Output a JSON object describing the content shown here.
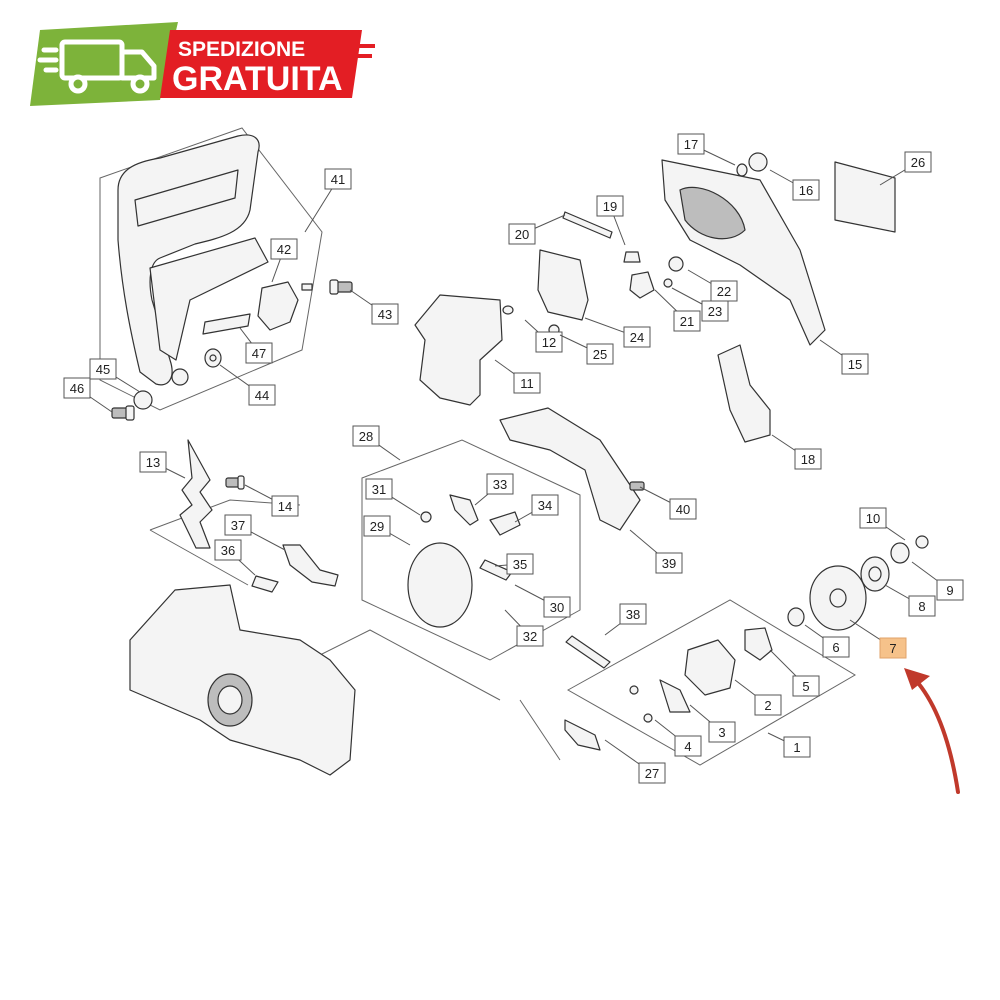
{
  "banner": {
    "line1": "SPEDIZIONE",
    "line2": "GRATUITA",
    "colors": {
      "truck_bg": "#7db33a",
      "text_bg": "#e31e24"
    },
    "icon": "delivery-truck-icon"
  },
  "highlight": {
    "label": "7",
    "color": "#f6c28a",
    "arrow_color": "#c0392b"
  },
  "callouts": [
    "1",
    "2",
    "3",
    "4",
    "5",
    "6",
    "7",
    "8",
    "9",
    "10",
    "11",
    "12",
    "13",
    "14",
    "15",
    "16",
    "17",
    "18",
    "20",
    "21",
    "22",
    "23",
    "24",
    "25",
    "26",
    "27",
    "28",
    "29",
    "30",
    "31",
    "32",
    "33",
    "34",
    "35",
    "36",
    "37",
    "38",
    "39",
    "40",
    "41",
    "42",
    "43",
    "44",
    "45",
    "46",
    "47",
    "19"
  ]
}
